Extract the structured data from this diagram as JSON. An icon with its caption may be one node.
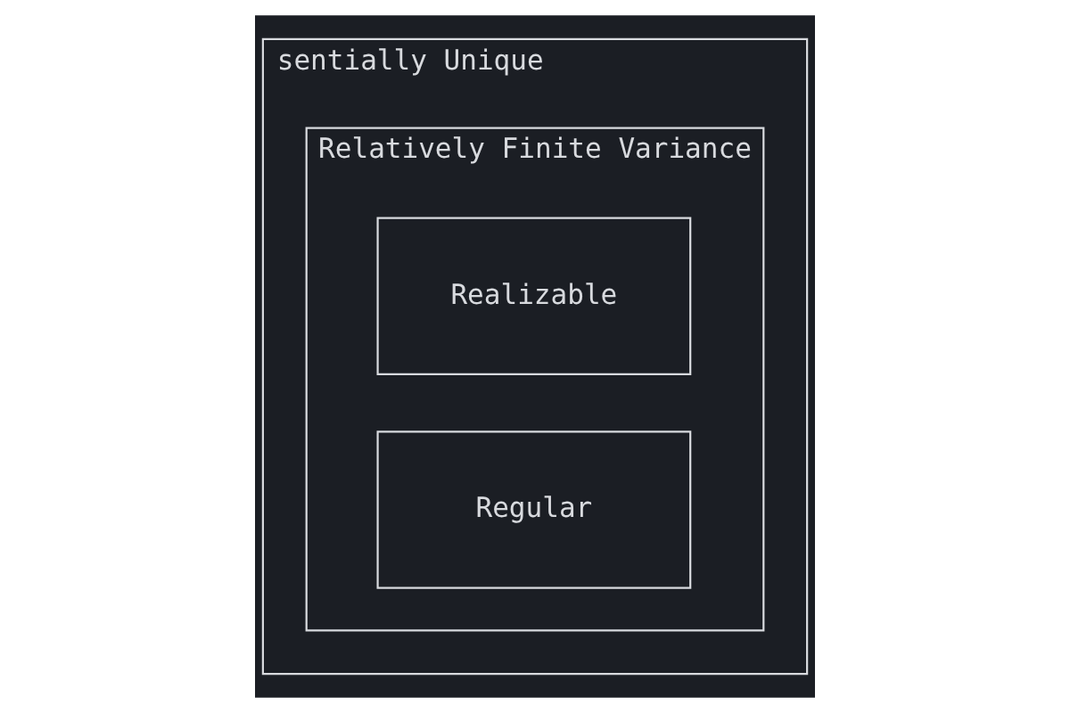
{
  "diagram": {
    "nodes": [
      {
        "text": [
          "sentially Unique"
        ]
      },
      {
        "text": [
          "Relatively Finite Variance"
        ],
        "in": 0
      },
      {
        "text": [
          "Realizable"
        ],
        "in": 1
      },
      {
        "text": [
          "Regular"
        ],
        "in": 1
      }
    ]
  }
}
